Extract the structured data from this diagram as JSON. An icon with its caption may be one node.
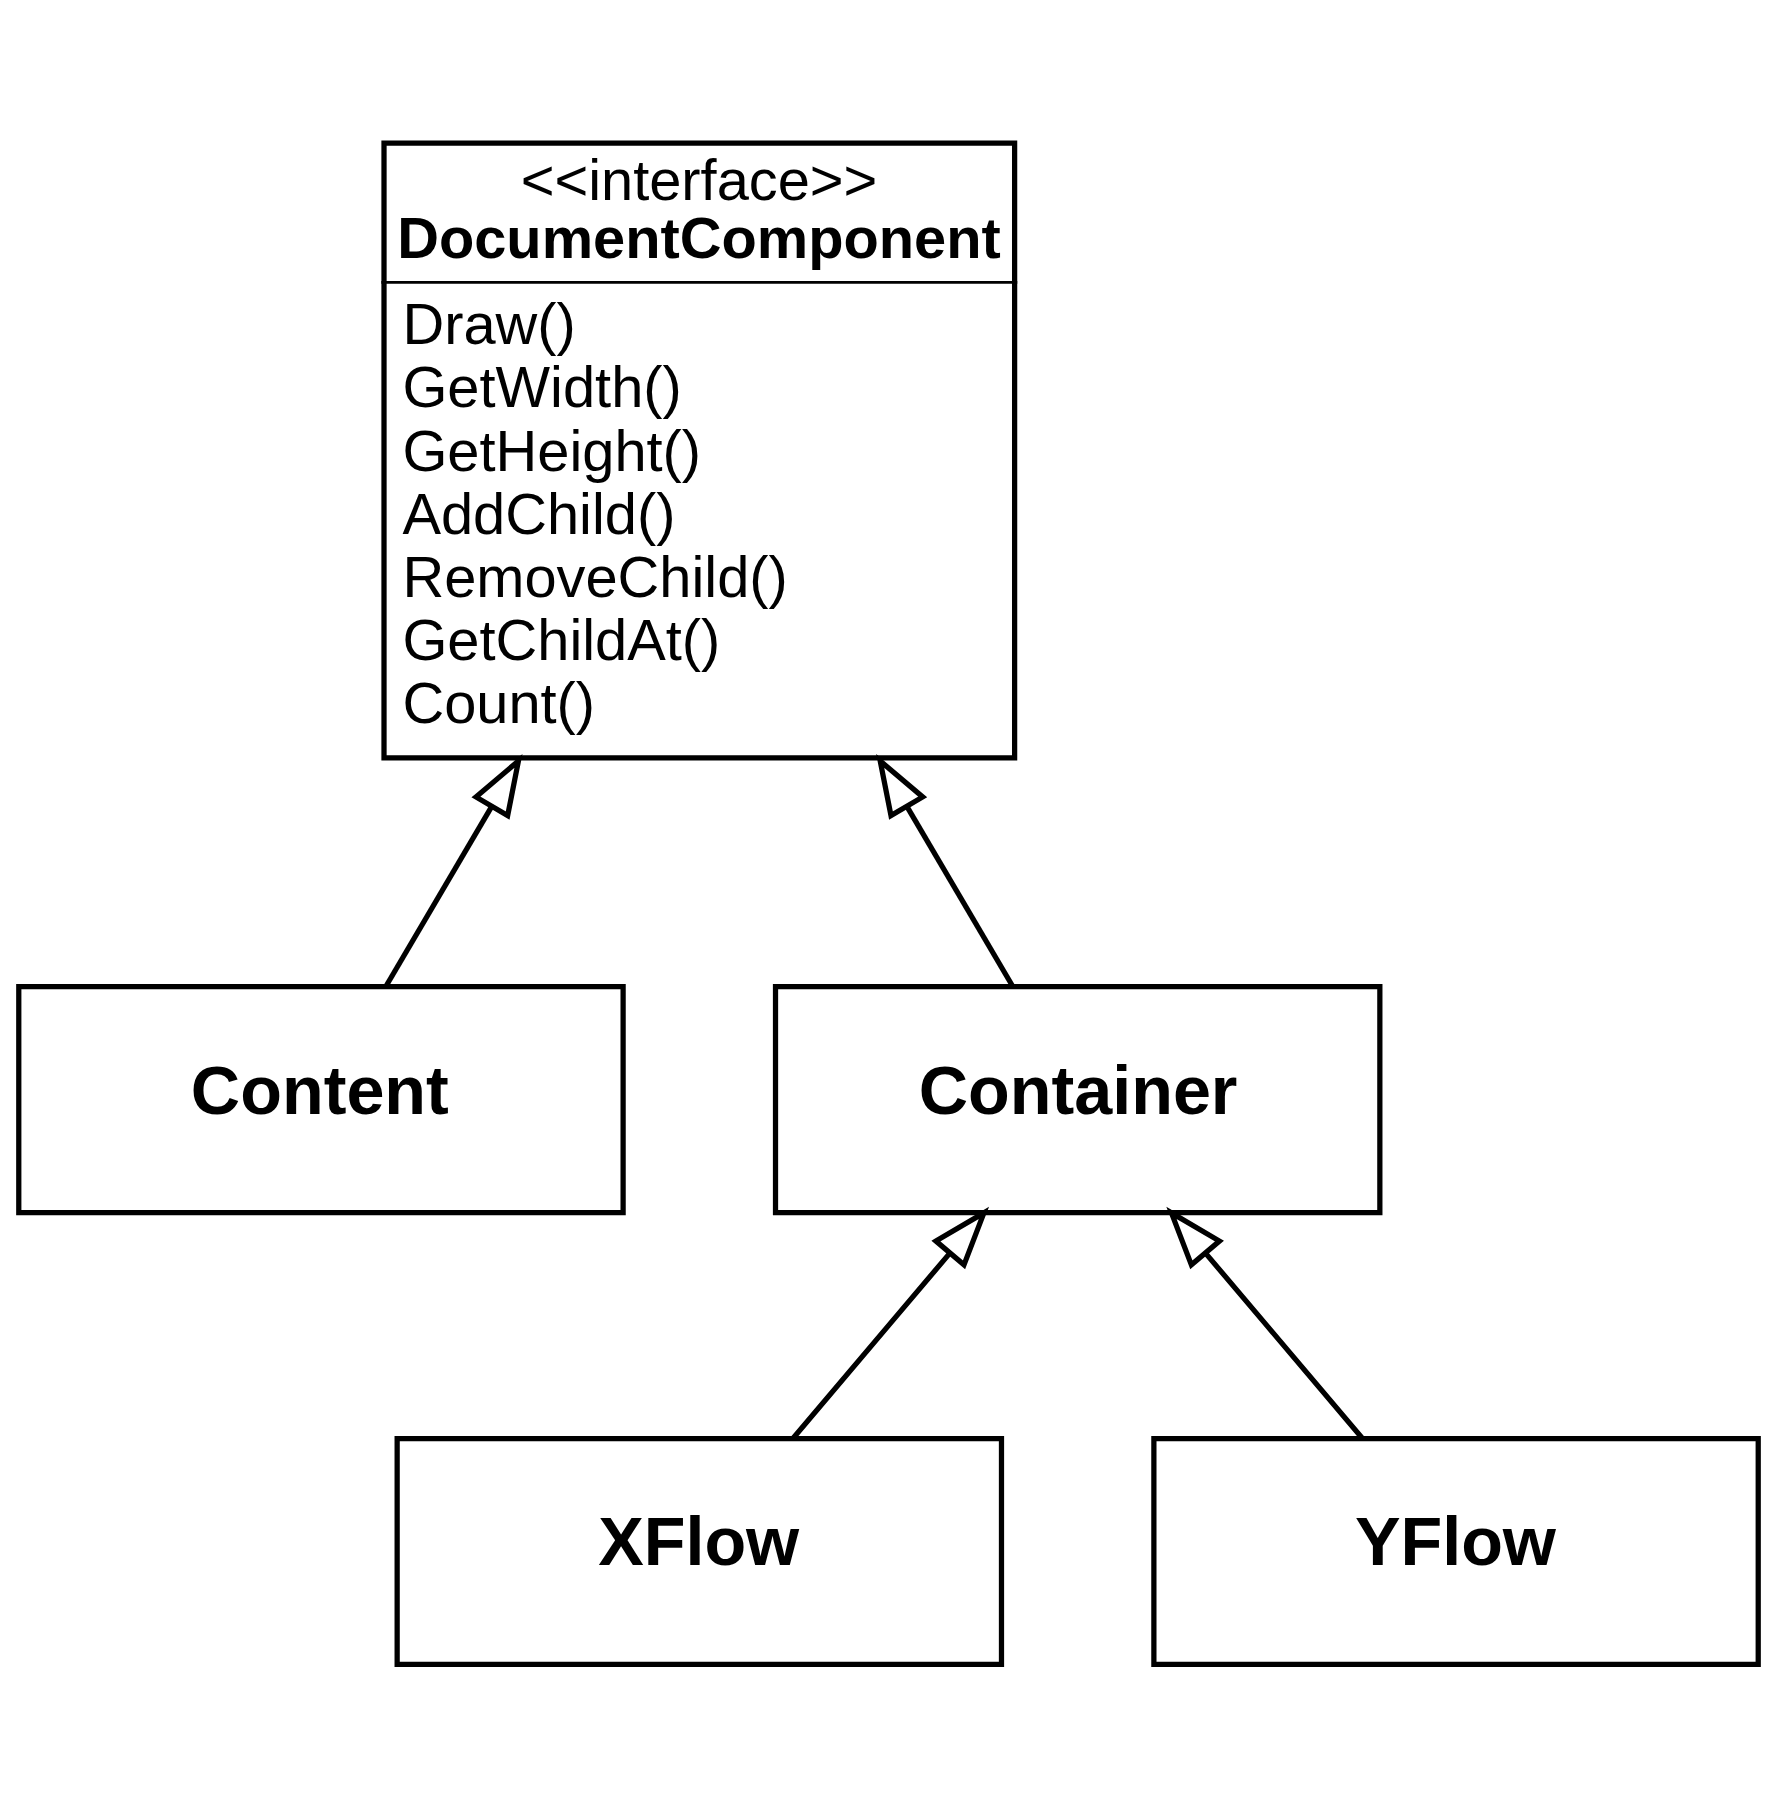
{
  "diagram": {
    "nodes": [
      {
        "text": [
          "<<interface>>",
          "DocumentComponent",
          "Draw()",
          "GetWidth()",
          "GetHeight()",
          "AddChild()",
          "RemoveChild()",
          "GetChildAt()",
          "Count()"
        ]
      },
      {
        "text": [
          "Content"
        ]
      },
      {
        "text": [
          "Container"
        ]
      },
      {
        "text": [
          "XFlow"
        ]
      },
      {
        "text": [
          "YFlow"
        ]
      }
    ],
    "edges": [
      {
        "from": 1,
        "to": 0,
        "arrow": "to"
      },
      {
        "from": 2,
        "to": 0,
        "arrow": "to"
      },
      {
        "from": 3,
        "to": 2,
        "arrow": "to"
      },
      {
        "from": 4,
        "to": 2,
        "arrow": "to"
      }
    ]
  }
}
